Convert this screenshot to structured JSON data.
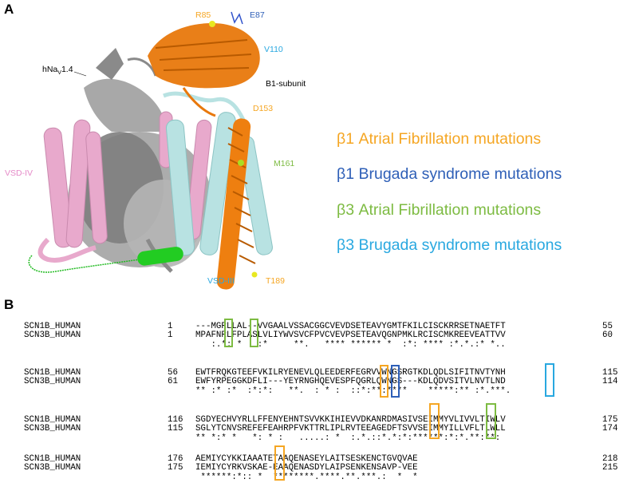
{
  "panelA": {
    "letter": "A",
    "labels": {
      "hnav_main": "hNa",
      "hnav_sub": "V",
      "hnav_tail": "1.4",
      "b1": "B1-subunit",
      "r85": "R85",
      "e87": "E87",
      "v110": "V110",
      "d153": "D153",
      "m161": "M161",
      "t189": "T189",
      "vsd4": "VSD-IV",
      "vsd3": "VSD-III"
    },
    "legend": [
      {
        "text": "β1 Atrial Fibrillation mutations",
        "color": "#f5a623"
      },
      {
        "text": "β1 Brugada syndrome mutations",
        "color": "#2e5fb7"
      },
      {
        "text": "β3 Atrial Fibrillation mutations",
        "color": "#7dbb42"
      },
      {
        "text": "β3 Brugada syndrome mutations",
        "color": "#29a8e0"
      }
    ]
  },
  "panelB": {
    "letter": "B",
    "blocks": [
      {
        "rows": [
          {
            "name": "SCN1B_HUMAN",
            "start": "1",
            "seq": "---MGRLLAL--VVGAALVSSACGGCVEVDSETEAVYGMTFKILCISCKRRSETNAETFT",
            "end": "55"
          },
          {
            "name": "SCN3B_HUMAN",
            "start": "1",
            "seq": "MPAFNRLFPLASLVLIYWVSVCFPVCVEVPSETEAVQGNPMKLRCISCMKREEVEATTVV",
            "end": "60"
          }
        ],
        "cons": "   :.*: *   :*     **.   **** ****** *  :*: **** :*.*.:* *.."
      },
      {
        "rows": [
          {
            "name": "SCN1B_HUMAN",
            "start": "56",
            "seq": "EWTFRQKGTEEFVKILRYENEVLQLEEDERFEGRVVWNGSRGTKDLQDLSIFITNVTYNH",
            "end": "115"
          },
          {
            "name": "SCN3B_HUMAN",
            "start": "61",
            "seq": "EWFYRPEGGKDFLI---YEYRNGHQEVESPFQGRLQWNGS---KDLQDVSITVLNVTLND",
            "end": "114"
          }
        ],
        "cons": "** :* :*  :*:*:   **.  : * :  ::*:**:****    *****:** :*.***."
      },
      {
        "rows": [
          {
            "name": "SCN1B_HUMAN",
            "start": "116",
            "seq": "SGDYECHVYRLLFFENYEHNTSVVKKIHIEVVDKANRDMASIVSEIMMYVLIVVLTIWLV",
            "end": "175"
          },
          {
            "name": "SCN3B_HUMAN",
            "start": "115",
            "seq": "SGLYTCNVSREFEFEAHRPFVKTTRLIPLRVTEEAGEDFTSVVSEIMMYILLVFLTLWLL",
            "end": "174"
          }
        ],
        "cons": "** *:* *   *: * :   .....: *  :.*.::*.*:*:******:*:*.**:**:"
      },
      {
        "rows": [
          {
            "name": "SCN1B_HUMAN",
            "start": "176",
            "seq": "AEMIYCYKKIAAATETAAQENASEYLAITSESKENCTGVQVAE",
            "end": "218"
          },
          {
            "name": "SCN3B_HUMAN",
            "start": "175",
            "seq": "IEMIYCYRKVSKAE-EAAQENASDYLAIPSENKENSAVP-VEE",
            "end": "215"
          }
        ],
        "cons": " ******:*:: *  ********.****.**.***.:  *  *"
      }
    ]
  }
}
